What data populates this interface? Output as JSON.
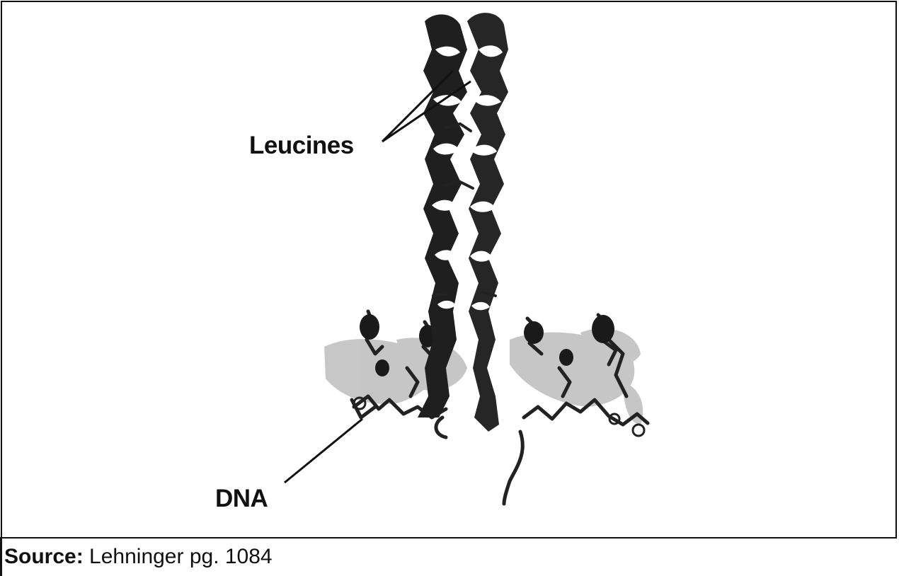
{
  "labels": {
    "leucines": "Leucines",
    "dna": "DNA"
  },
  "source": {
    "prefix": "Source:",
    "text": " Lehninger pg. 1084"
  },
  "colors": {
    "protein": "#1e1e1e",
    "dna_light": "#b8b8b8",
    "dna_dark": "#2a2a2a",
    "frame": "#111111"
  }
}
